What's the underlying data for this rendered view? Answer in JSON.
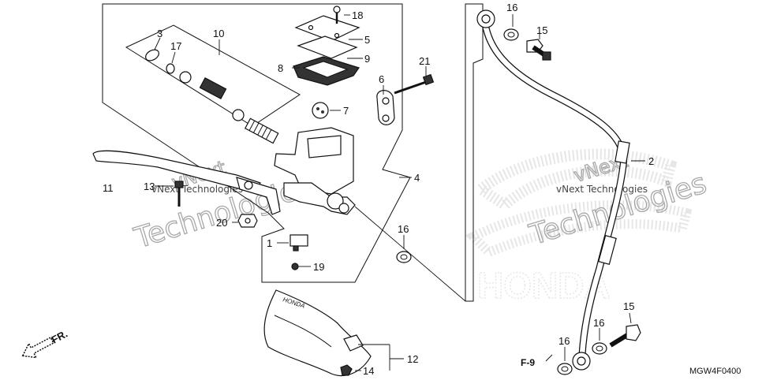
{
  "callouts": {
    "c1": "1",
    "c2": "2",
    "c3": "3",
    "c4": "4",
    "c5": "5",
    "c6": "6",
    "c7": "7",
    "c8": "8",
    "c9": "9",
    "c10": "10",
    "c11": "11",
    "c12": "12",
    "c13": "13",
    "c14": "14",
    "c15a": "15",
    "c15b": "15",
    "c16a": "16",
    "c16b": "16",
    "c16c": "16",
    "c16d": "16",
    "c17": "17",
    "c18": "18",
    "c19": "19",
    "c20": "20",
    "c21": "21"
  },
  "watermark": {
    "brand_line1": "vNext",
    "brand_line2": "Technologies",
    "brand_full": "vNext Technologies",
    "honda": "HONDA",
    "cover_print": "HONDA"
  },
  "labels": {
    "front_indicator": "FR.",
    "reference": "F-9",
    "diagram_code": "MGW4F0400"
  }
}
